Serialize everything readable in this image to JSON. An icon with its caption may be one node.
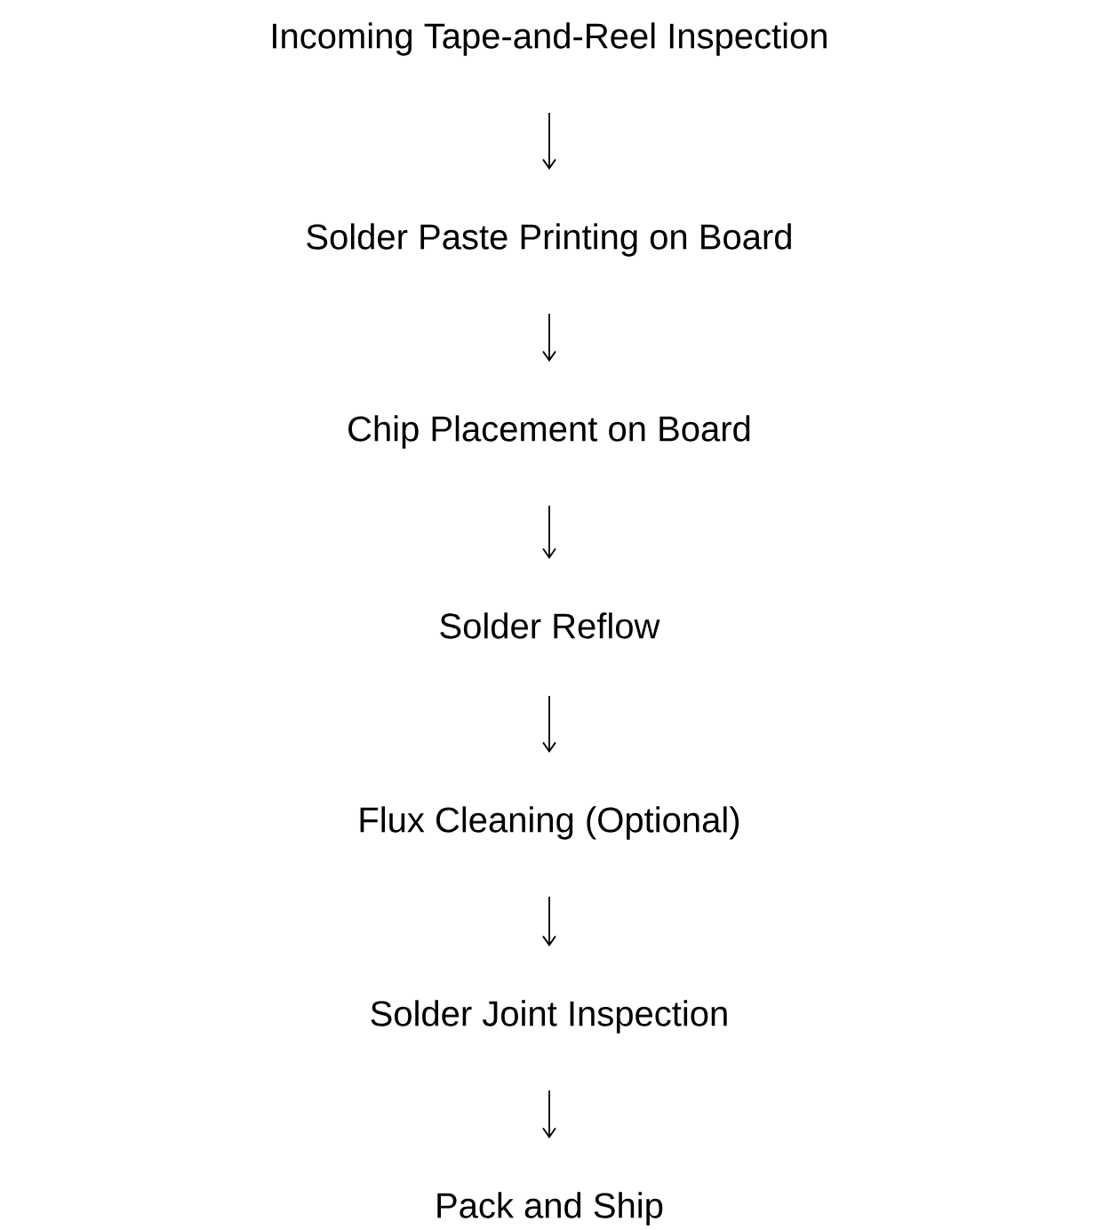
{
  "diagram": {
    "nodes": [
      {
        "text": [
          "Incoming Tape-and-Reel Inspection"
        ]
      },
      {
        "text": [
          "Solder Paste Printing on Board"
        ]
      },
      {
        "text": [
          "Chip Placement on Board"
        ]
      },
      {
        "text": [
          "Solder Reflow"
        ]
      },
      {
        "text": [
          "Flux Cleaning (Optional)"
        ]
      },
      {
        "text": [
          "Solder Joint Inspection"
        ]
      },
      {
        "text": [
          "Pack and Ship"
        ]
      }
    ],
    "edges": [
      {
        "from": 0,
        "to": 1,
        "arrow": "to"
      },
      {
        "from": 1,
        "to": 2,
        "arrow": "to"
      },
      {
        "from": 2,
        "to": 3,
        "arrow": "to"
      },
      {
        "from": 3,
        "to": 4,
        "arrow": "to"
      },
      {
        "from": 4,
        "to": 5,
        "arrow": "to"
      },
      {
        "from": 5,
        "to": 6,
        "arrow": "to"
      }
    ]
  }
}
